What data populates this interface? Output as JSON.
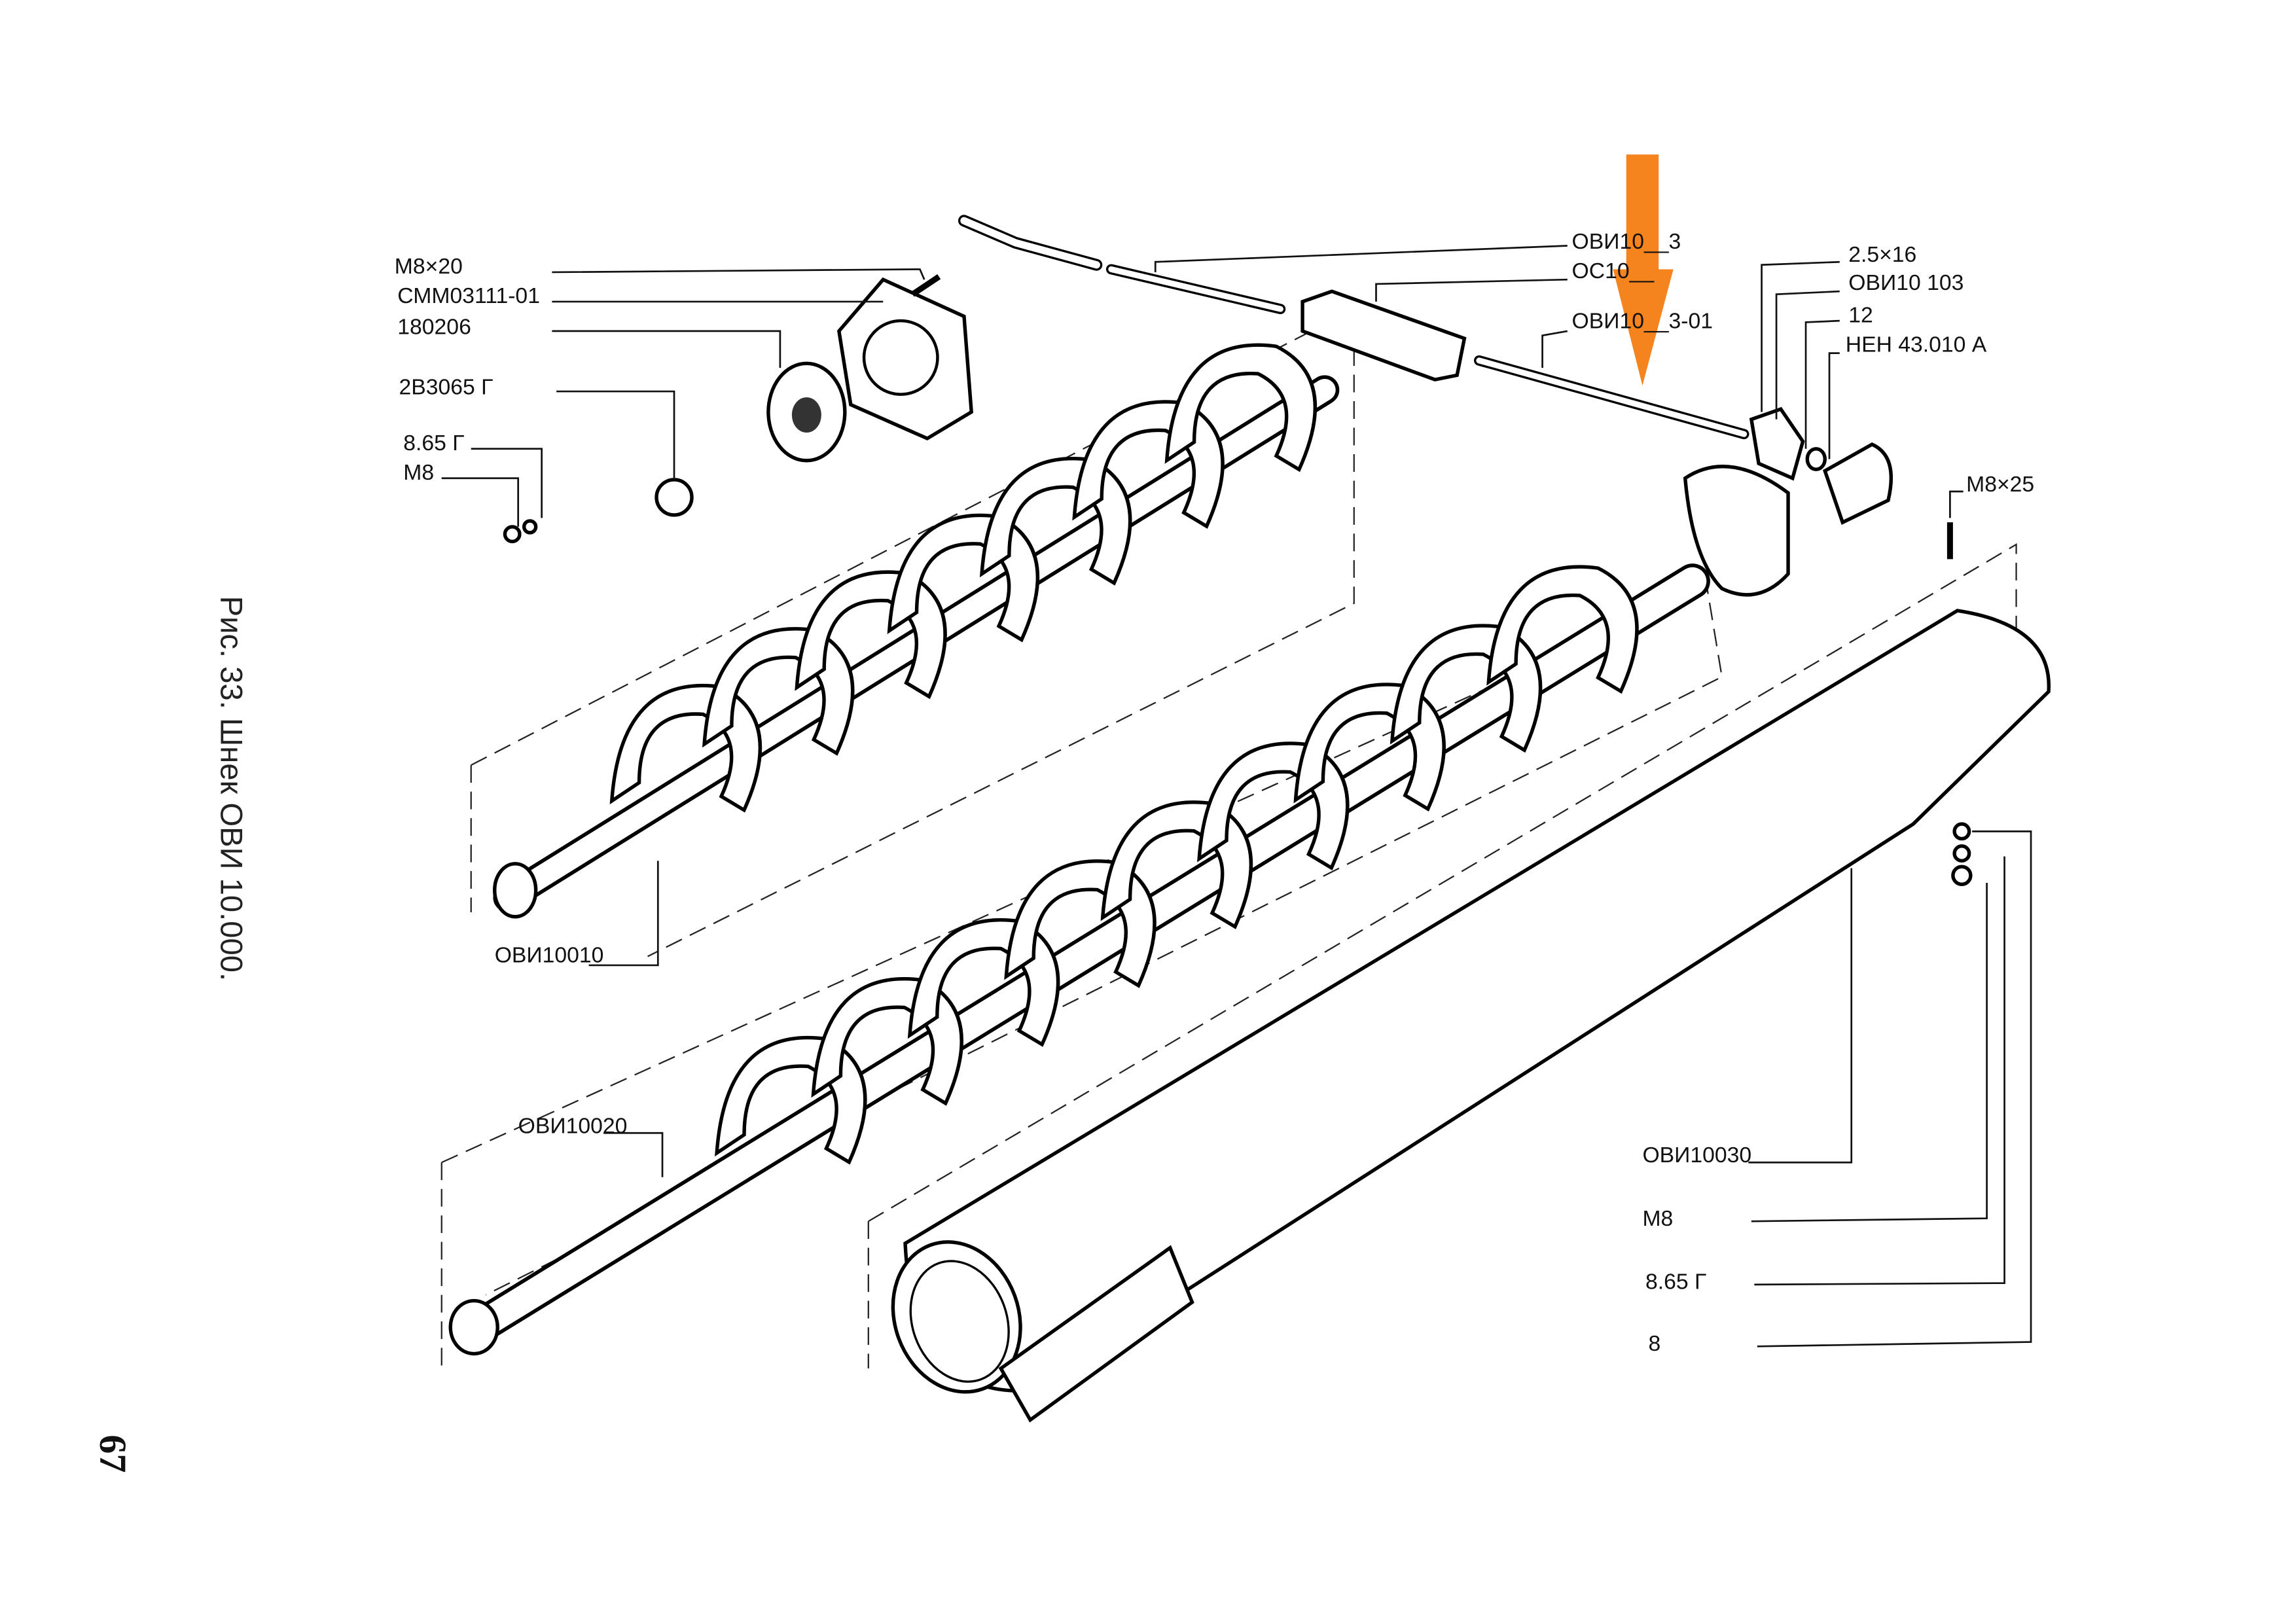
{
  "caption": "Рис. 33. Шнек ОВИ 10.000.",
  "page_number": "67",
  "labels": {
    "bolt_m8x20": "M8×20",
    "flange": "СММ03111-01",
    "bearing": "180206",
    "ring": "2В3065 Г",
    "washer_left": "8.65 Г",
    "nut_left": "М8",
    "rod": "ОВИ10__3",
    "turnbuckle": "ОС10__",
    "rod_01": "ОВИ10__3-01",
    "pin": "2.5×16",
    "bracket": "ОВИ10 103",
    "washer_12": "12",
    "bushing": "НЕН 43.010 А",
    "bolt_m8x25": "M8×25",
    "auger_upper": "ОВИ10010",
    "auger_lower": "ОВИ10020",
    "tube": "ОВИ10030",
    "nut_right": "М8",
    "washer_right": "8.65 Г",
    "washer_8": "8"
  },
  "colors": {
    "arrow": "#f5841f",
    "ink": "#111111"
  }
}
